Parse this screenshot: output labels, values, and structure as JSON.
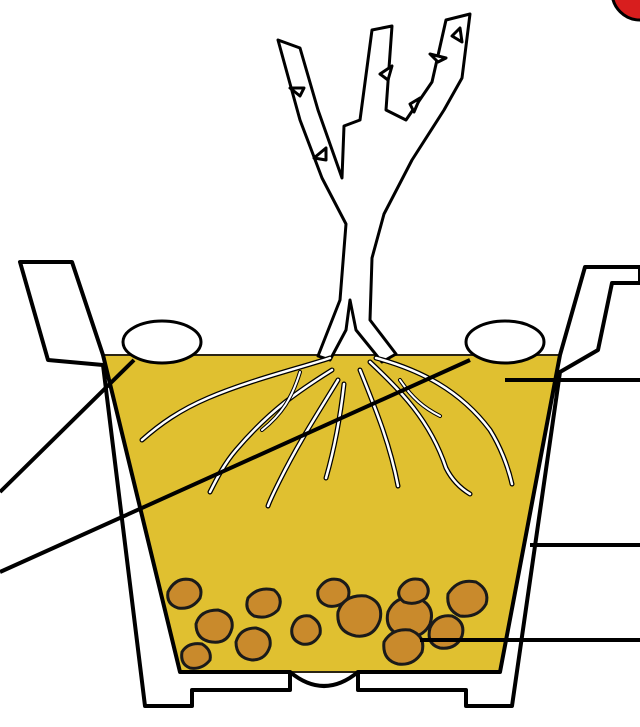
{
  "colors": {
    "soil": "#e0c030",
    "soil_outline": "#2a2414",
    "pot": "#ffffff",
    "outline": "#000000",
    "stone": "#c98a2c",
    "stone_shadow": "#a86a1c",
    "marker_dot": "#d81e1e"
  },
  "icons": {
    "plant": "bare-root-rose-icon",
    "pot": "planting-pot-icon",
    "stones": "drainage-stones-icon",
    "label_ellipse": "blank-label-ellipse"
  },
  "labels": [
    {
      "id": "left-rim-label",
      "text": ""
    },
    {
      "id": "right-rim-label",
      "text": ""
    }
  ]
}
